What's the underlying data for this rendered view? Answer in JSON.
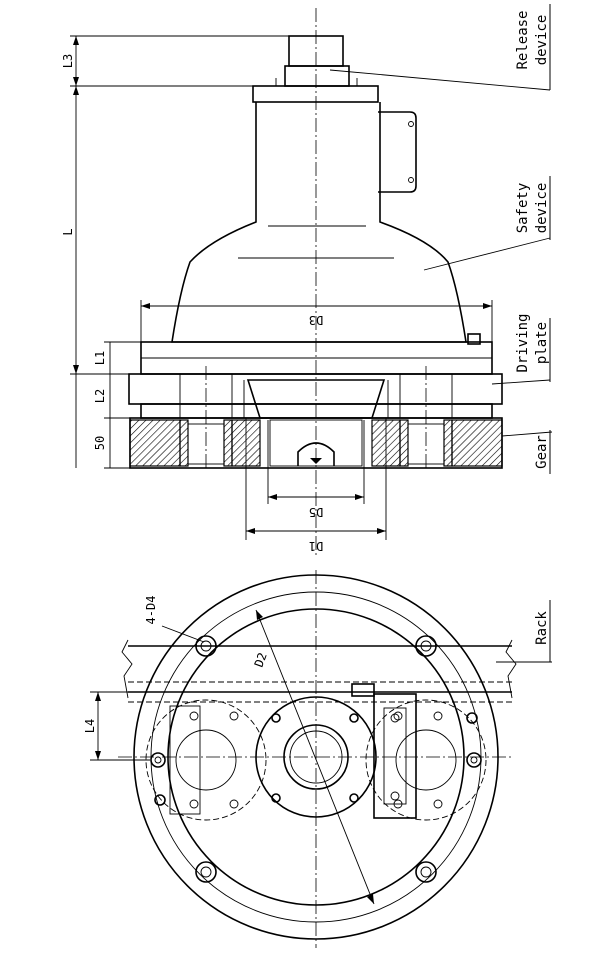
{
  "side_view_labels": {
    "release_line1": "Release",
    "release_line2": "device",
    "safety_line1": "Safety",
    "safety_line2": "device",
    "driving_line1": "Driving",
    "driving_line2": "plate",
    "gear": "Gear"
  },
  "side_view_dims": {
    "l3": "L3",
    "l": "L",
    "l1": "L1",
    "l2": "L2",
    "fifty": "50",
    "d3": "D3",
    "d5": "D5",
    "d1": "D1"
  },
  "top_view_labels": {
    "rack": "Rack",
    "holes": "4-D4",
    "d2": "D2",
    "l4": "L4"
  }
}
